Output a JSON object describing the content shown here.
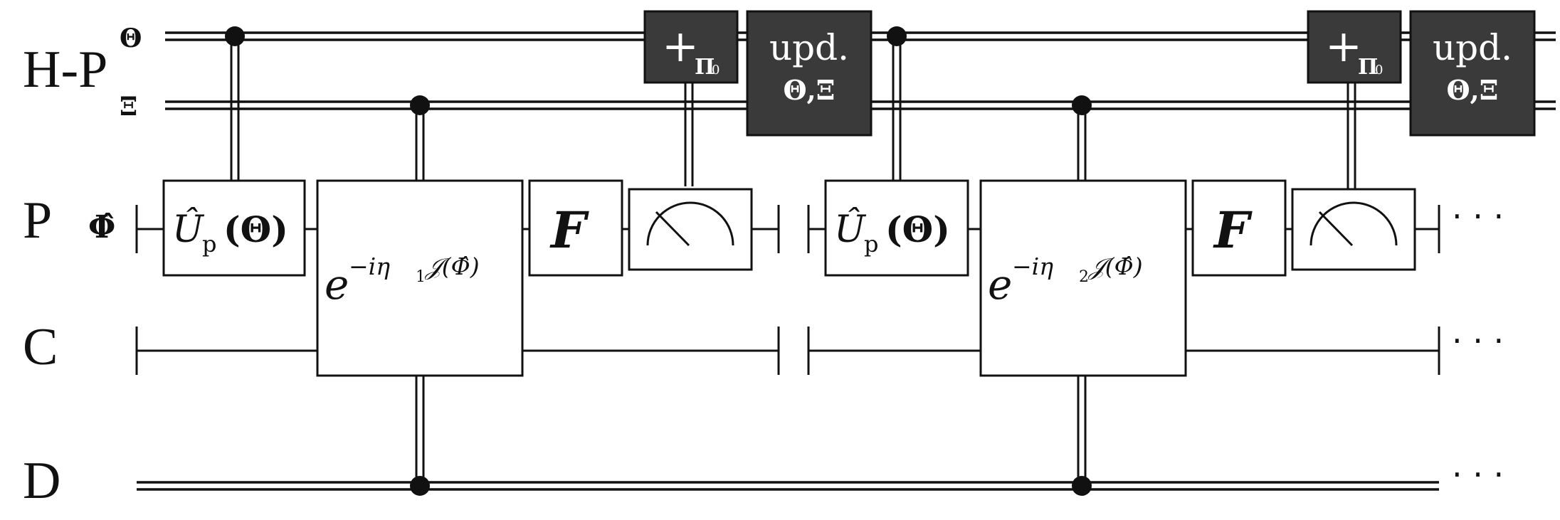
{
  "rows": {
    "hp": "H-P",
    "theta": "Θ",
    "xi": "Ξ",
    "p": "P",
    "phi": "Φ̂",
    "c": "C",
    "d": "D"
  },
  "blocks": [
    {
      "up_u": "Û",
      "up_sub": "p",
      "up_arg": "(Θ)",
      "exp_e": "e",
      "exp_pre": "−iη",
      "exp_idx": "1",
      "exp_post": "𝒥(Φ̂)",
      "f": "F",
      "plus": "+",
      "plus_sub": "Π",
      "plus_sub2": "0",
      "upd_line1": "upd.",
      "upd_line2": "Θ,Ξ"
    },
    {
      "up_u": "Û",
      "up_sub": "p",
      "up_arg": "(Θ)",
      "exp_e": "e",
      "exp_pre": "−iη",
      "exp_idx": "2",
      "exp_post": "𝒥(Φ̂)",
      "f": "F",
      "plus": "+",
      "plus_sub": "Π",
      "plus_sub2": "0",
      "upd_line1": "upd.",
      "upd_line2": "Θ,Ξ"
    }
  ],
  "ellipsis": "· · ·",
  "colors": {
    "ink": "#111111",
    "dark_box": "#3a3a3a",
    "background": "#ffffff"
  }
}
